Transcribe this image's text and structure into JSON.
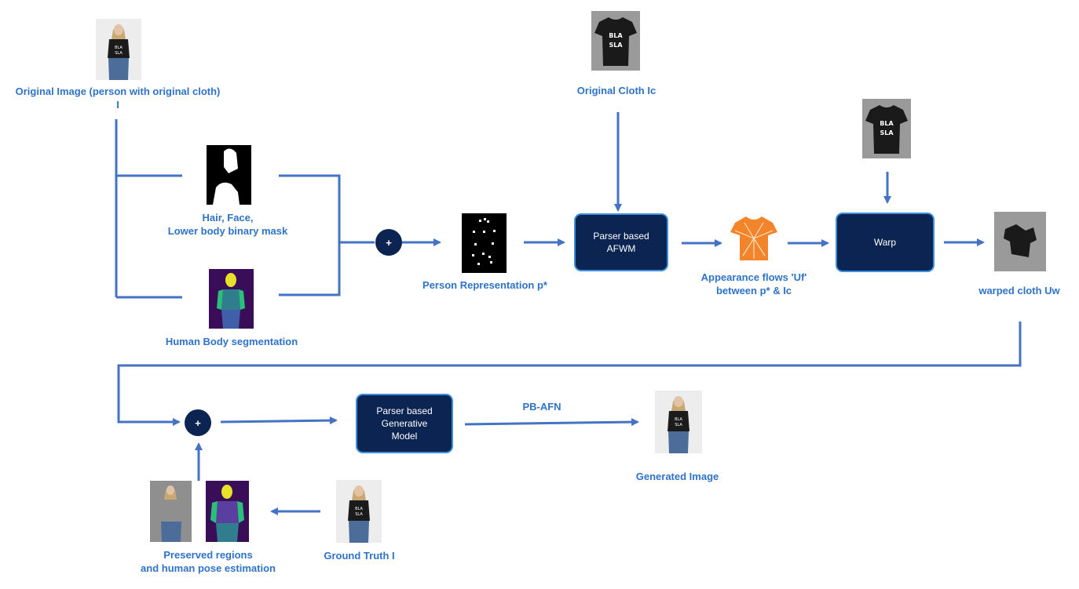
{
  "labels": {
    "original_image_line1": "Original Image (person with  original cloth)",
    "original_image_line2": "I",
    "original_cloth": "Original Cloth Ic",
    "binary_mask_line1": "Hair, Face,",
    "binary_mask_line2": "Lower body  binary mask",
    "body_segmentation": "Human Body segmentation",
    "person_representation": "Person Representation p*",
    "appearance_flows_line1": "Appearance flows 'Uf'",
    "appearance_flows_line2": "between p* & Ic",
    "warped_cloth": "warped cloth Uw",
    "pb_afn": "PB-AFN",
    "generated_image": "Generated Image",
    "ground_truth": "Ground Truth I",
    "preserved_line1": "Preserved regions",
    "preserved_line2": "and human pose estimation"
  },
  "boxes": {
    "afwm_line1": "Parser based",
    "afwm_line2": "AFWM",
    "warp": "Warp",
    "gen_line1": "Parser based",
    "gen_line2": "Generative",
    "gen_line3": "Model"
  },
  "operators": {
    "plus_top": "+",
    "plus_bottom": "+"
  },
  "shirt_print": {
    "line1": "BLA",
    "line2": "SLA"
  },
  "colors": {
    "arrow": "#4472c4",
    "label_text": "#2f73c9",
    "box_fill": "#0c2452",
    "box_border": "#3d8fdb"
  }
}
